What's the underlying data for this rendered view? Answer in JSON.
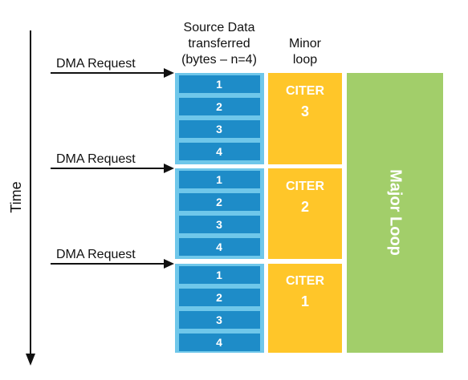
{
  "header": {
    "source_data": [
      "Source Data",
      "transferred",
      "(bytes – n=4)"
    ],
    "minor_loop": [
      "Minor",
      "loop"
    ]
  },
  "time_axis": {
    "label": "Time"
  },
  "dma_requests": [
    "DMA Request",
    "DMA Request",
    "DMA Request"
  ],
  "source_blocks": [
    {
      "bytes": [
        "1",
        "2",
        "3",
        "4"
      ]
    },
    {
      "bytes": [
        "1",
        "2",
        "3",
        "4"
      ]
    },
    {
      "bytes": [
        "1",
        "2",
        "3",
        "4"
      ]
    }
  ],
  "minor_loops": [
    {
      "label": "CITER",
      "count": "3"
    },
    {
      "label": "CITER",
      "count": "2"
    },
    {
      "label": "CITER",
      "count": "1"
    }
  ],
  "major_loop": {
    "label": "Major Loop"
  },
  "colors": {
    "source_outer": "#6FC7EA",
    "source_byte": "#1E8CC8",
    "minor_loop": "#FFC629",
    "major_loop": "#A2CE6A",
    "text_dark": "#111111",
    "text_light": "#ffffff"
  }
}
